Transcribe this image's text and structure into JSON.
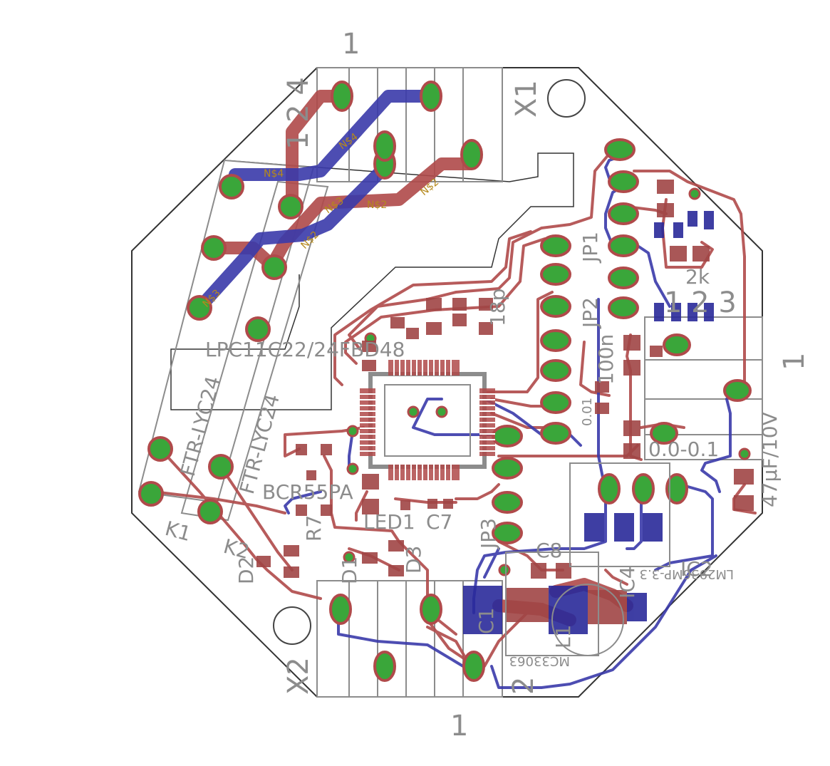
{
  "board": {
    "outline_color": "#333333",
    "top_copper_color": "#b04a4a",
    "bottom_copper_color": "#3a3aaa",
    "pad_color": "#3aa63a",
    "silk_color": "#8c8c8c"
  },
  "labels": {
    "x1_pin1": "1",
    "x1": "X1",
    "x1_pins": "1 2 4",
    "x2": "X2",
    "x2_pin1": "1",
    "x2_pin2": "2",
    "x3_pin1": "1",
    "x3_pins": "1 2 3",
    "k1": "K1",
    "k2": "K2",
    "k1_part": "FTR-LYC24",
    "k2_part": "FTR-LYC24",
    "mcu": "LPC11C22/24FBD48",
    "jp1": "JP1",
    "jp2": "JP2",
    "jp3": "JP3",
    "ic2": "IC2",
    "ic2_part": "LM2936MP-3.3",
    "ic4": "IC4",
    "mc": "MC33063",
    "r_2k": "2k",
    "c_47u": "47µF/10V",
    "c_100n": "100n",
    "c_18p": "18p",
    "c_01": "0.01",
    "r_0_0": "0.0-0.1",
    "d2": "D2",
    "led1": "LED1",
    "c7": "C7",
    "c8": "C8",
    "c1": "C1",
    "d1": "D1",
    "bcr": "BCR55PA",
    "r7": "R7",
    "l1": "L1",
    "d3": "D3",
    "n4": "N$4",
    "n3": "N$3",
    "n2": "N$2"
  }
}
